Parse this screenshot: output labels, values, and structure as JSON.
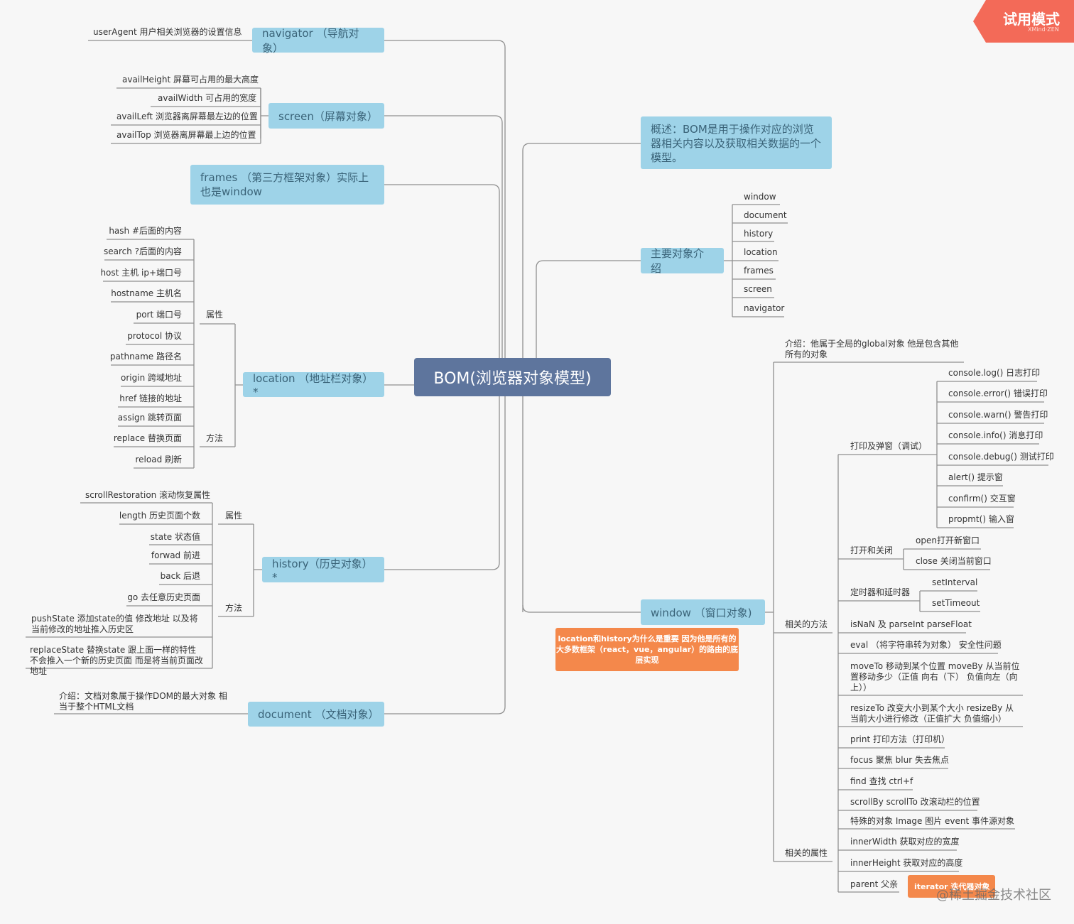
{
  "central": "BOM(浏览器对象模型)",
  "branches": {
    "navigator": "navigator （导航对象）",
    "screen": "screen（屏幕对象）",
    "frames": "frames （第三方框架对象）实际上也是window",
    "location": "location （地址栏对象）*",
    "history": "history（历史对象）*",
    "document": "document （文档对象）",
    "overview": "概述：BOM是用于操作对应的浏览器相关内容以及获取相关数据的一个模型。",
    "main_objects": "主要对象介绍",
    "window": "window （窗口对象)"
  },
  "navigator_leaves": [
    "userAgent 用户相关浏览器的设置信息"
  ],
  "screen_leaves": [
    "availHeight 屏幕可占用的最大高度",
    "availWidth 可占用的宽度",
    "availLeft 浏览器离屏幕最左边的位置",
    "availTop 浏览器离屏幕最上边的位置"
  ],
  "location_groups": {
    "props": "属性",
    "methods": "方法"
  },
  "location_props": [
    "hash #后面的内容",
    "search ?后面的内容",
    "host 主机 ip+端口号",
    "hostname 主机名",
    "port 端口号",
    "protocol 协议",
    "pathname 路径名",
    "origin 跨域地址",
    "href 链接的地址"
  ],
  "location_methods": [
    "assign 跳转页面",
    "replace 替换页面",
    "reload 刷新"
  ],
  "history_groups": {
    "props": "属性",
    "methods": "方法"
  },
  "history_props": [
    "scrollRestoration 滚动恢复属性",
    "length 历史页面个数",
    "state 状态值"
  ],
  "history_methods": [
    "forwad 前进",
    "back 后退",
    "go 去任意历史页面",
    "pushState 添加state的值 修改地址 以及将当前修改的地址推入历史区",
    "replaceState 替换state 跟上面一样的特性 不会推入一个新的历史页面 而是将当前页面改地址"
  ],
  "document_leaves": [
    "介绍：文档对象属于操作DOM的最大对象 相当于整个HTML文档"
  ],
  "main_objects_leaves": [
    "window",
    "document",
    "history",
    "location",
    "frames",
    "screen",
    "navigator"
  ],
  "window_intro": "介绍：他属于全局的global对象 他是包含其他所有的对象",
  "window_groups": {
    "methods": "相关的方法",
    "props": "相关的属性"
  },
  "window_subgroups": {
    "debug": "打印及弹窗（调试）",
    "openclose": "打开和关闭",
    "timers": "定时器和延时器"
  },
  "debug_leaves": [
    "console.log() 日志打印",
    "console.error() 错误打印",
    "console.warn() 警告打印",
    "console.info() 消息打印",
    "console.debug() 测试打印",
    "alert() 提示窗",
    "confirm() 交互窗",
    "propmt() 输入窗"
  ],
  "openclose_leaves": [
    "open打开新窗口",
    "close 关闭当前窗口"
  ],
  "timer_leaves": [
    "setInterval",
    "setTimeout"
  ],
  "window_method_leaves": [
    "isNaN 及 parseInt parseFloat",
    "eval （将字符串转为对象） 安全性问题",
    "moveTo 移动到某个位置 moveBy 从当前位置移动多少（正值 向右（下） 负值向左（向上））",
    "resizeTo 改变大小到某个大小 resizeBy 从当前大小进行修改（正值扩大 负值缩小）",
    "print 打印方法（打印机）",
    "focus 聚焦 blur 失去焦点",
    "find 查找 ctrl+f",
    "scrollBy scrollTo 改滚动栏的位置"
  ],
  "window_prop_leaves": [
    "特殊的对象 Image 图片 event 事件源对象",
    "innerWidth 获取对应的宽度",
    "innerHeight 获取对应的高度",
    "parent 父亲"
  ],
  "notes": {
    "framework_note": "location和history为什么是重要 因为他是所有的大多数框架（react，vue，angular）的路由的底层实现",
    "iterator_note": "iterator 迭代器对象"
  },
  "ribbon": {
    "title": "试用模式",
    "subtitle": "XMind·ZEN"
  },
  "watermark": "@稀土掘金技术社区",
  "colors": {
    "topic": "#9ed3e8",
    "central": "#5e759d",
    "note": "#f4884b",
    "ribbon": "#f36a58",
    "line": "#8f8f8f"
  }
}
